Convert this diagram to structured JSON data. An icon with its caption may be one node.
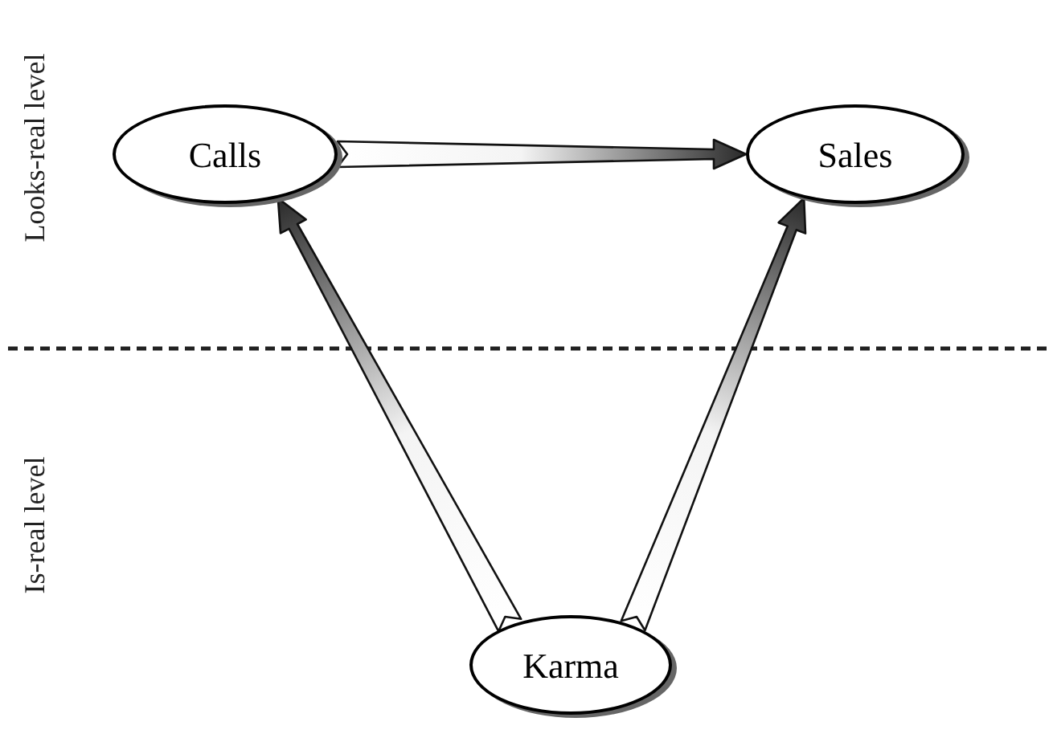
{
  "diagram": {
    "nodes": [
      {
        "text": [
          "Calls"
        ]
      },
      {
        "text": [
          "Sales"
        ]
      },
      {
        "text": [
          "Karma"
        ]
      }
    ],
    "edges": [
      {
        "from": 0,
        "to": 1,
        "arrow": "to"
      },
      {
        "from": 2,
        "to": 0,
        "arrow": "to"
      },
      {
        "from": 2,
        "to": 1,
        "arrow": "to"
      }
    ],
    "labels": [
      "Looks-real level",
      "Is-real level"
    ]
  }
}
